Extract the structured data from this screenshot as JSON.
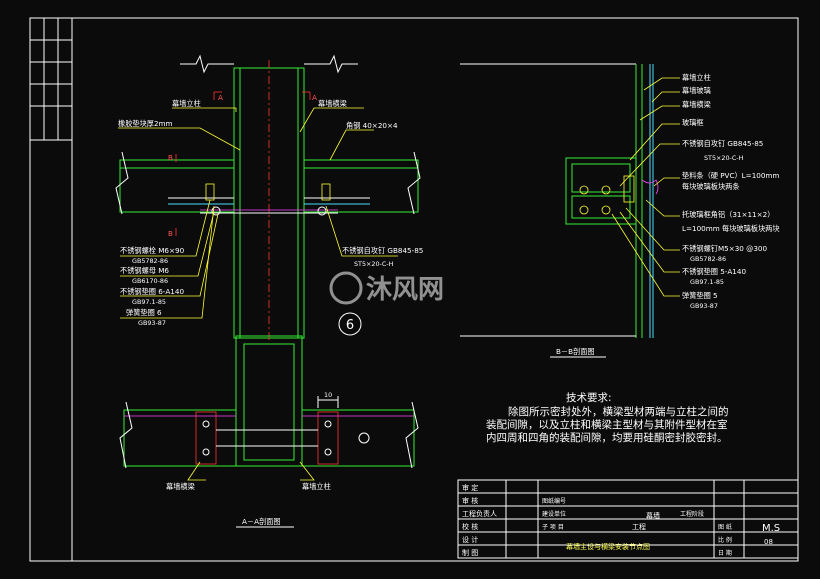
{
  "detail": {
    "top_left": {
      "col_label": "幕墙立柱",
      "gasket_label": "橡胶垫块厚2mm",
      "beam_label": "幕墙横梁",
      "angle_label": "角钢 40×20×4",
      "bolt1": "不锈钢螺栓 M6×90",
      "bolt1_std": "GB5782-86",
      "nut": "不锈钢螺母 M6",
      "nut_std": "GB6170-86",
      "washer": "不锈钢垫圈 6-A140",
      "washer_std": "GB97.1-85",
      "spring": "弹簧垫圈 6",
      "spring_std": "GB93-87",
      "screw": "不锈钢自攻钉 GB845-85",
      "screw_spec": "ST5×20-C-H",
      "sec_a": "A",
      "sec_b": "B"
    },
    "number": "6",
    "right": {
      "col": "幕墙立柱",
      "glass": "幕墙玻璃",
      "beam": "幕墙横梁",
      "frame": "玻璃框",
      "screw": "不锈钢自攻钉 GB845-85",
      "screw_spec": "ST5×20-C-H",
      "pad": "垫料条（硬 PVC）L=100mm",
      "pad_note": "每块玻璃板块两条",
      "angle": "托玻璃框角铝（31×11×2）",
      "angle_note": "L=100mm 每块玻璃板块两块",
      "bolt": "不锈钢螺钉M5×30 @300",
      "bolt_std": "GB5782-86",
      "washer": "不锈钢垫圈 5-A140",
      "washer_std": "GB97.1-85",
      "spring": "弹簧垫圈 5",
      "spring_std": "GB93-87",
      "caption": "B－B剖面图"
    },
    "bottom": {
      "dim": "10",
      "beam": "幕墙横梁",
      "col": "幕墙立柱",
      "caption": "A－A剖面图"
    }
  },
  "notes": {
    "title": "技术要求:",
    "line1": "除图所示密封处外，横梁型材两端与立柱之间的",
    "line2": "装配间隙，以及立柱和横梁主型材与其附件型材在室",
    "line3": "内四周和四角的装配间隙，均要用硅酮密封胶密封。"
  },
  "watermark": "沐风网",
  "title_block": {
    "rows": [
      "审 定",
      "审 核",
      "工程负责人",
      "校 核",
      "设 计",
      "制 图"
    ],
    "c1": "图纸编号",
    "c2": "建设单位",
    "c3": "子 项 目",
    "project": "工程",
    "curtain": "幕墙",
    "phase": "工程阶段",
    "drawing_title": "幕墙主设与横梁安装节点图",
    "r_a": "图 纸",
    "r_b": "比 例",
    "r_c": "日 期",
    "code": "M.S",
    "number": "08"
  },
  "colors": {
    "background": "#0b0b0b",
    "green": "#33ee33",
    "white": "#ffffff",
    "yellow": "#ffff33"
  }
}
